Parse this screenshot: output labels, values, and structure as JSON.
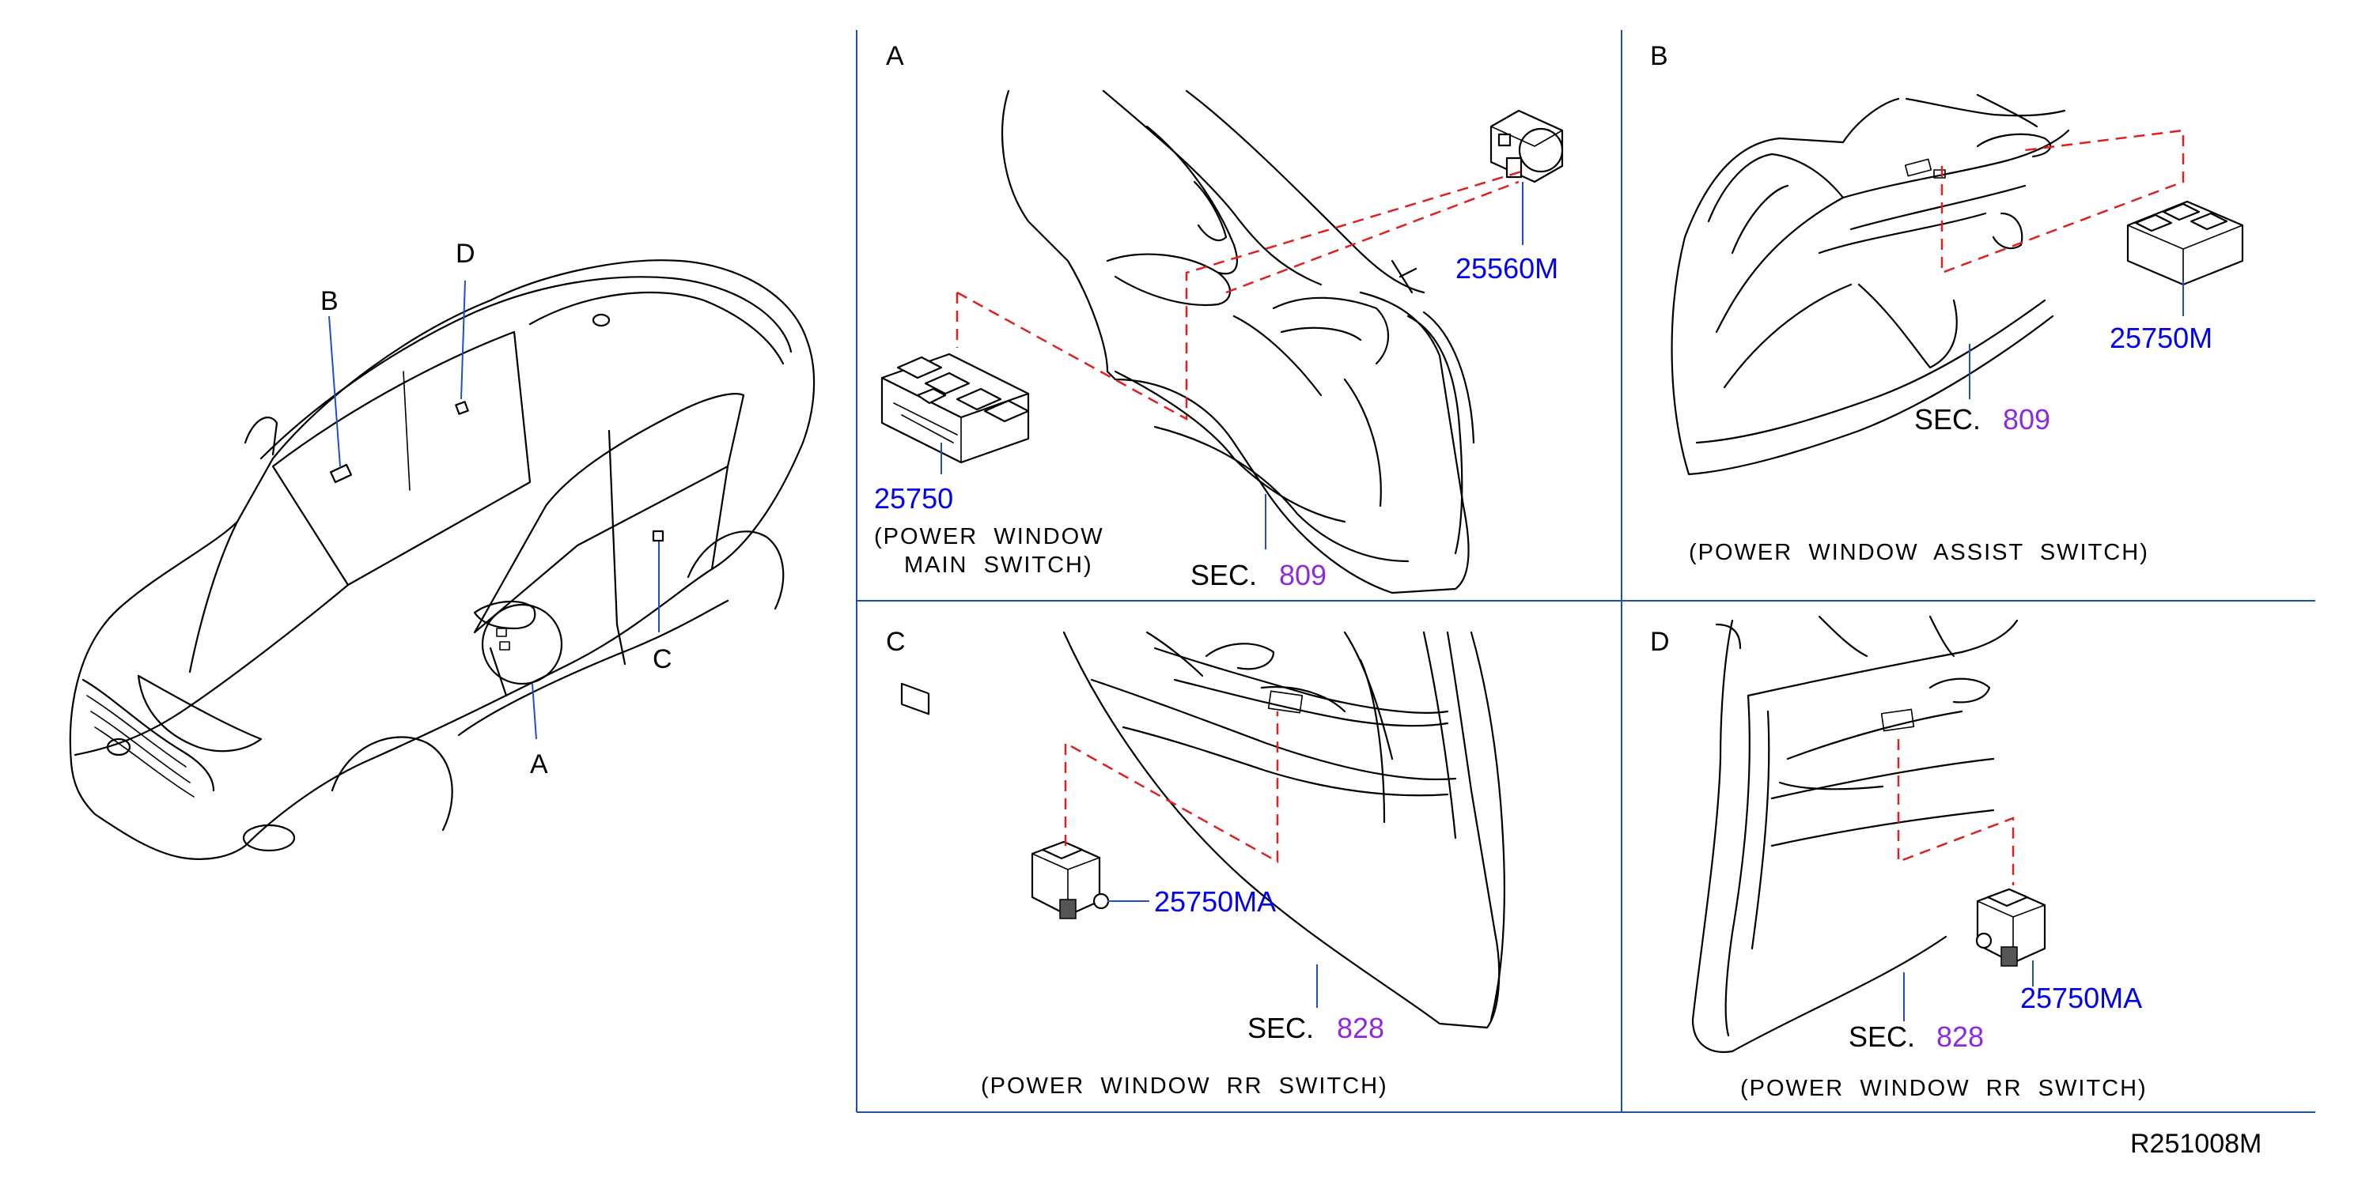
{
  "overview": {
    "callout_a": "A",
    "callout_b": "B",
    "callout_c": "C",
    "callout_d": "D"
  },
  "panels": {
    "a": {
      "letter": "A",
      "parts": [
        "25560M",
        "25750"
      ],
      "sec_label": "SEC.",
      "sec_number": "809",
      "caption_line1": "(POWER  WINDOW",
      "caption_line2": "MAIN  SWITCH)"
    },
    "b": {
      "letter": "B",
      "part": "25750M",
      "sec_label": "SEC.",
      "sec_number": "809",
      "caption": "(POWER  WINDOW  ASSIST  SWITCH)"
    },
    "c": {
      "letter": "C",
      "part": "25750MA",
      "sec_label": "SEC.",
      "sec_number": "828",
      "caption": "(POWER  WINDOW  RR  SWITCH)"
    },
    "d": {
      "letter": "D",
      "part": "25750MA",
      "sec_label": "SEC.",
      "sec_number": "828",
      "caption": "(POWER  WINDOW  RR  SWITCH)"
    }
  },
  "diagram_code": "R251008M",
  "colors": {
    "part_number": "#0000ee",
    "section_number": "#8a2be2",
    "dashed_link": "#e02020",
    "frame": "#2050a0"
  }
}
